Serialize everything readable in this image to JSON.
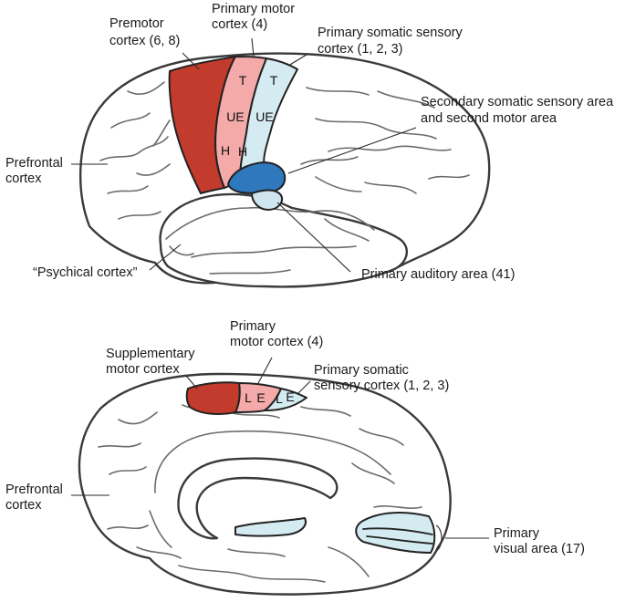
{
  "colors": {
    "premotor": "#c23b2c",
    "primary_motor": "#f3aaa8",
    "somatosensory": "#d5ebf2",
    "secondary": "#2f78bd",
    "auditory": "#cfe6f0",
    "visual": "#d5ebf2"
  },
  "lateral": {
    "labels": {
      "premotor_1": "Premotor",
      "premotor_2": "cortex (6, 8)",
      "motor_1": "Primary motor",
      "motor_2": "cortex (4)",
      "somatic_1": "Primary somatic sensory",
      "somatic_2": "cortex (1, 2, 3)",
      "secondary_1": "Secondary somatic sensory area",
      "secondary_2": "and second motor area",
      "prefrontal_1": "Prefrontal",
      "prefrontal_2": "cortex",
      "psychical": "“Psychical cortex”",
      "auditory": "Primary auditory area (41)"
    },
    "region_letters": {
      "motor_t": "T",
      "motor_ue": "UE",
      "motor_h": "H",
      "sensory_t": "T",
      "sensory_ue": "UE",
      "sensory_h": "H"
    }
  },
  "medial": {
    "labels": {
      "motor_1": "Primary",
      "motor_2": "motor cortex (4)",
      "supplementary_1": "Supplementary",
      "supplementary_2": "motor cortex",
      "somatic_1": "Primary somatic",
      "somatic_2": "sensory cortex (1, 2, 3)",
      "prefrontal_1": "Prefrontal",
      "prefrontal_2": "cortex",
      "visual_1": "Primary",
      "visual_2": "visual area (17)"
    },
    "region_letters": {
      "motor_l": "L",
      "motor_e": "E",
      "sensory_l": "L",
      "sensory_e": "E"
    }
  }
}
